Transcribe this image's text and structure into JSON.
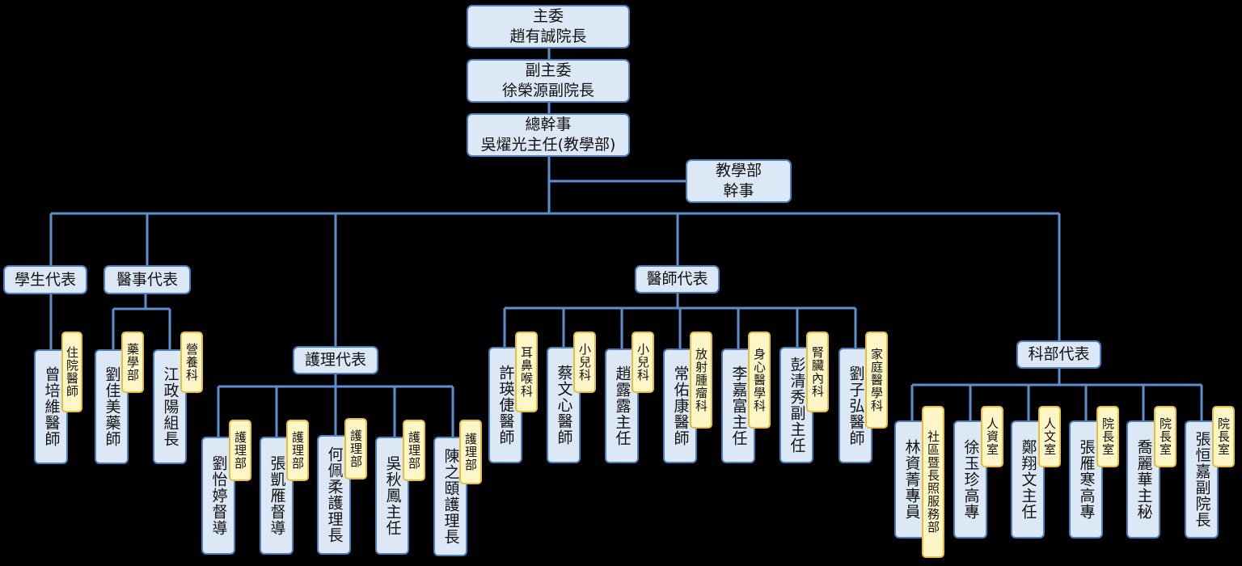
{
  "top": {
    "chair": [
      "主委",
      "趙有誠院長"
    ],
    "vice": [
      "副主委",
      "徐榮源副院長"
    ],
    "secretary": [
      "總幹事",
      "吳燿光主任(教學部)"
    ],
    "dept_secretary": [
      "教學部",
      "幹事"
    ]
  },
  "groups": {
    "student": "學生代表",
    "medtech": "醫事代表",
    "nursing": "護理代表",
    "physician": "醫師代表",
    "dept": "科部代表"
  },
  "members": [
    {
      "name": "曾培維醫師",
      "tag": "住院醫師"
    },
    {
      "name": "劉佳美藥師",
      "tag": "藥學部"
    },
    {
      "name": "江政陽組長",
      "tag": "營養科"
    },
    {
      "name": "劉怡婷督導",
      "tag": "護理部"
    },
    {
      "name": "張凱雁督導",
      "tag": "護理部"
    },
    {
      "name": "何佩柔護理長",
      "tag": "護理部"
    },
    {
      "name": "吳秋鳳主任",
      "tag": "護理部"
    },
    {
      "name": "陳之頤護理長",
      "tag": "護理部"
    },
    {
      "name": "許瑛倢醫師",
      "tag": "耳鼻喉科"
    },
    {
      "name": "蔡文心醫師",
      "tag": "小兒科"
    },
    {
      "name": "趙露露主任",
      "tag": "小兒科"
    },
    {
      "name": "常佑康醫師",
      "tag": "放射腫瘤科"
    },
    {
      "name": "李嘉富主任",
      "tag": "身心醫學科"
    },
    {
      "name": "彭清秀副主任",
      "tag": "腎臟內科"
    },
    {
      "name": "劉子弘醫師",
      "tag": "家庭醫學科"
    },
    {
      "name": "林資菁專員",
      "tag": "社區暨長照服務部"
    },
    {
      "name": "徐玉珍高專",
      "tag": "人資室"
    },
    {
      "name": "鄭翔文主任",
      "tag": "人文室"
    },
    {
      "name": "張雁寒高專",
      "tag": "院長室"
    },
    {
      "name": "喬麗華主秘",
      "tag": "院長室"
    },
    {
      "name": "張恒嘉副院長",
      "tag": "院長室"
    }
  ],
  "colors": {
    "box_fill": "#dde8f6",
    "box_border": "#4c7fbd",
    "tag_fill": "#fff6c8",
    "tag_border": "#e6bd3c",
    "line": "#5b8fd0"
  }
}
